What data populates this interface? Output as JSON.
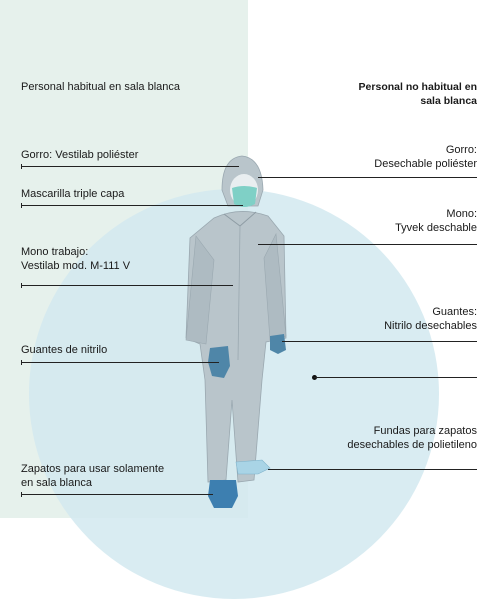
{
  "left_column": {
    "header": "Personal habitual en sala blanca",
    "items": [
      {
        "label": "Gorro: Vestilab poliéster"
      },
      {
        "label": "Mascarilla triple capa"
      },
      {
        "label": "Mono trabajo:\nVestilab mod. M-111 V"
      },
      {
        "label": "Guantes de nitrilo"
      },
      {
        "label": "Zapatos para usar solamente\nen sala blanca"
      }
    ]
  },
  "right_column": {
    "header": "Personal no habitual en\nsala blanca",
    "items": [
      {
        "label": "Gorro:\nDesechable poliéster"
      },
      {
        "label": "Mono:\nTyvek deschable"
      },
      {
        "label": "Guantes:\nNitrilo desechables"
      },
      {
        "label": "Fundas para zapatos\ndesechables de polietileno"
      }
    ]
  },
  "colors": {
    "left_panel": "#e6f1ec",
    "circle": "#d2e9f0",
    "suit": "#b9c5cb",
    "mask": "#7fd0c6",
    "glove": "#4f86a8",
    "shoe": "#3d7fb0",
    "shoe_cover": "#a9d4e6"
  }
}
